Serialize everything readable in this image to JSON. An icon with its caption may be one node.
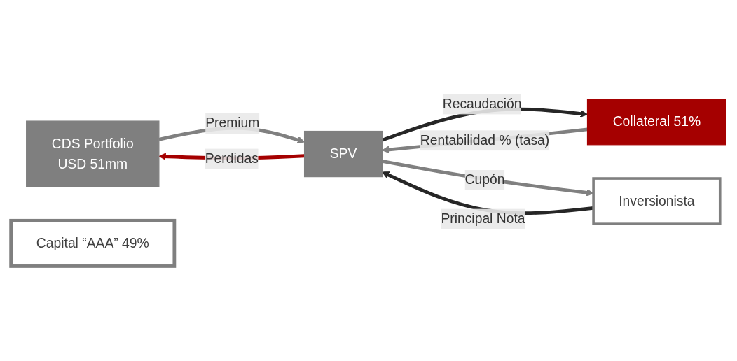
{
  "diagram": {
    "nodes": [
      {
        "text": [
          "CDS Portfolio",
          "USD 51mm"
        ]
      },
      {
        "text": [
          "Capital “AAA” 49%"
        ]
      },
      {
        "text": [
          "SPV"
        ]
      },
      {
        "text": [
          "Collateral 51%"
        ]
      },
      {
        "text": [
          "Inversionista"
        ]
      }
    ],
    "edges": [
      {
        "from": 0,
        "to": 2,
        "arrow": "to",
        "label": "Premium"
      },
      {
        "from": 2,
        "to": 0,
        "arrow": "to",
        "label": "Perdidas",
        "color": "#a50000"
      },
      {
        "from": 2,
        "to": 3,
        "arrow": "to",
        "label": "Recaudación",
        "color": "#262626"
      },
      {
        "from": 3,
        "to": 2,
        "arrow": "to",
        "label": "Rentabilidad % (tasa)"
      },
      {
        "from": 2,
        "to": 4,
        "arrow": "to",
        "label": "Cupón"
      },
      {
        "from": 4,
        "to": 2,
        "arrow": "to",
        "label": "Principal Nota",
        "color": "#262626"
      }
    ]
  }
}
